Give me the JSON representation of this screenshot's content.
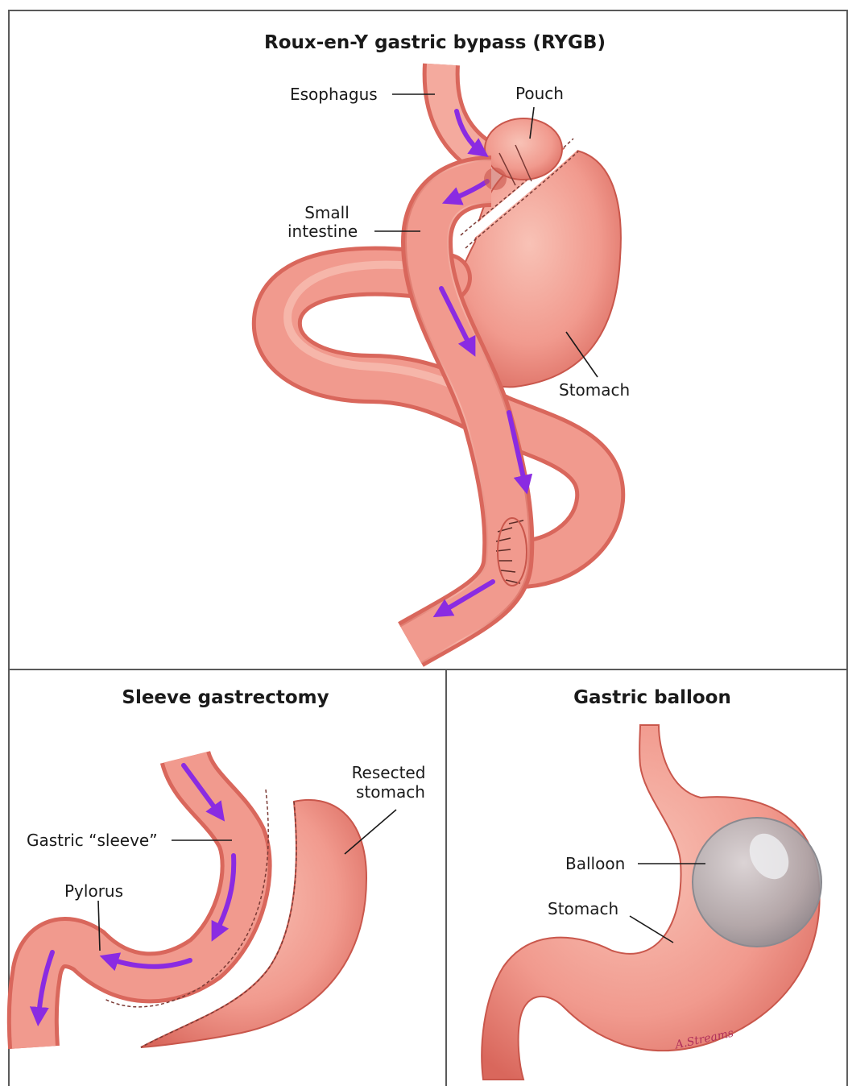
{
  "colors": {
    "tissue": "#f19a8e",
    "tissue_dark": "#d9675c",
    "tissue_light": "#f8c2b6",
    "arrow": "#8a2be2",
    "balloon": "#a9a9ad",
    "frame": "#5a5a5a",
    "leader": "#1a1a1a"
  },
  "panels": {
    "rygb": {
      "title": "Roux-en-Y gastric bypass (RYGB)",
      "labels": {
        "esophagus": "Esophagus",
        "pouch": "Pouch",
        "small_intestine_1": "Small",
        "small_intestine_2": "intestine",
        "stomach": "Stomach"
      }
    },
    "sleeve": {
      "title": "Sleeve gastrectomy",
      "labels": {
        "resected_1": "Resected",
        "resected_2": "stomach",
        "gastric_sleeve": "Gastric “sleeve”",
        "pylorus": "Pylorus"
      }
    },
    "balloon": {
      "title": "Gastric balloon",
      "labels": {
        "balloon": "Balloon",
        "stomach": "Stomach"
      },
      "signature": "A.Streams"
    }
  }
}
